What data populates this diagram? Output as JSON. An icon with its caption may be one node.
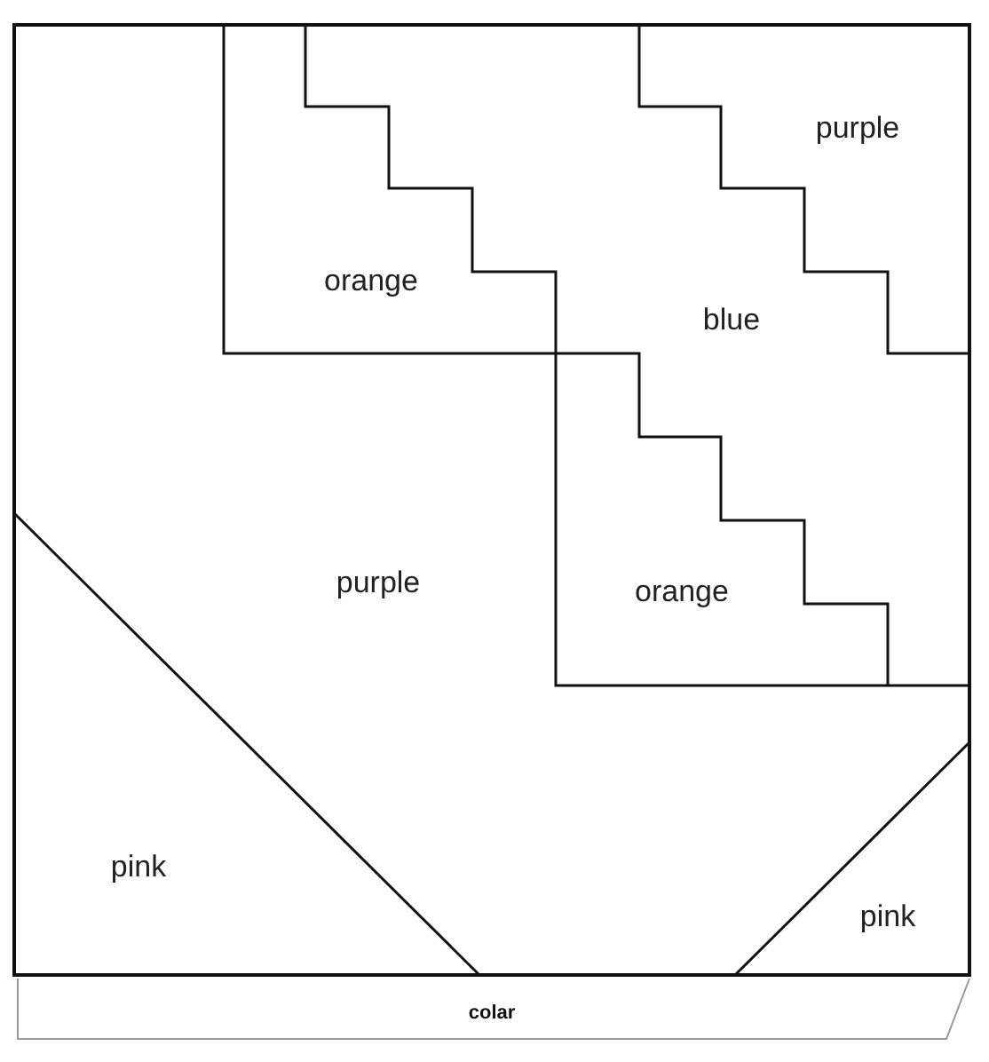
{
  "diagram": {
    "labels": [
      "purple",
      "orange",
      "blue",
      "purple",
      "orange",
      "pink",
      "pink",
      "colar"
    ]
  }
}
